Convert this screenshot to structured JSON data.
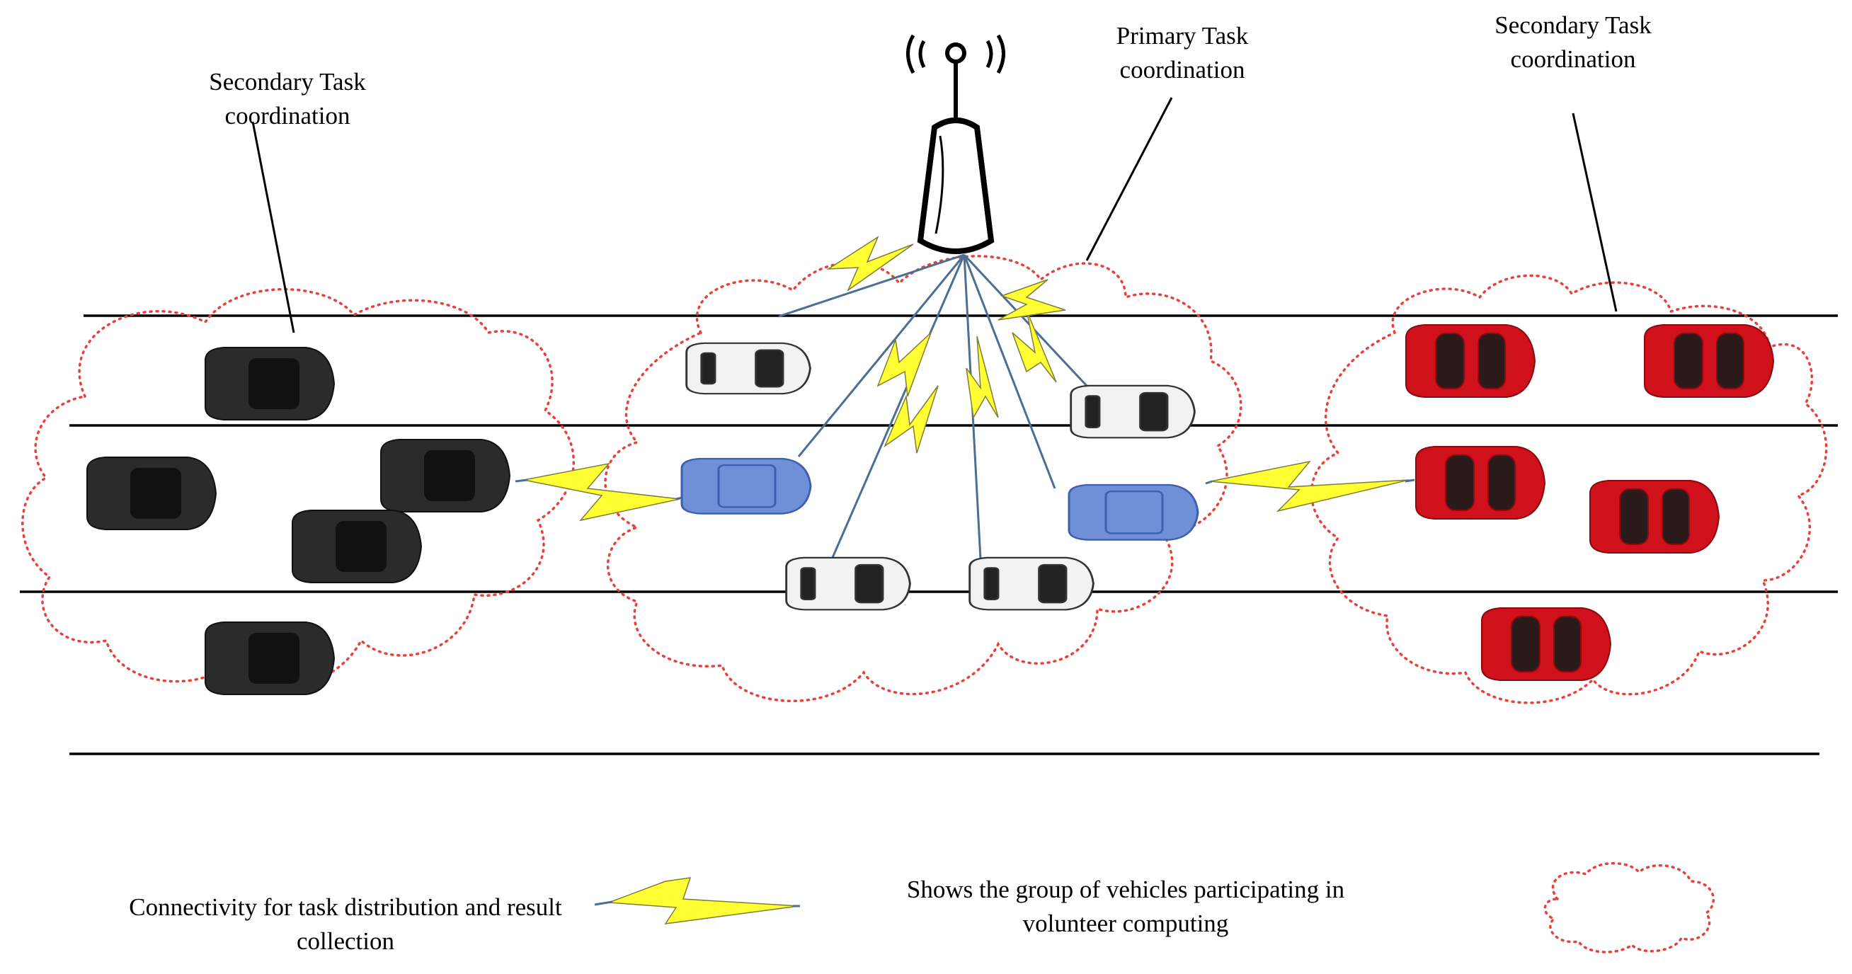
{
  "labels": {
    "secondary_left": [
      "Secondary Task",
      "coordination"
    ],
    "primary_center": [
      "Primary Task",
      "coordination"
    ],
    "secondary_right": [
      "Secondary Task",
      "coordination"
    ]
  },
  "legend": {
    "connectivity": [
      "Connectivity for task distribution and result",
      "collection"
    ],
    "group": [
      "Shows the group of vehicles participating in",
      "volunteer computing"
    ]
  },
  "colors": {
    "cloud_border": "#e8413c",
    "road_line": "#000000",
    "link_line": "#4a6f93",
    "bolt_fill": "#ffff33",
    "car_black": "#2b2b2b",
    "car_white": "#f2f2f2",
    "car_blue": "#6f8fd6",
    "car_red": "#d0111b",
    "tower_fill": "#ffffff"
  },
  "icons": {
    "tower": "cell-tower-icon",
    "bolt": "lightning-bolt-icon",
    "car": "car-top-view-icon",
    "cloud": "dotted-cloud-icon"
  }
}
